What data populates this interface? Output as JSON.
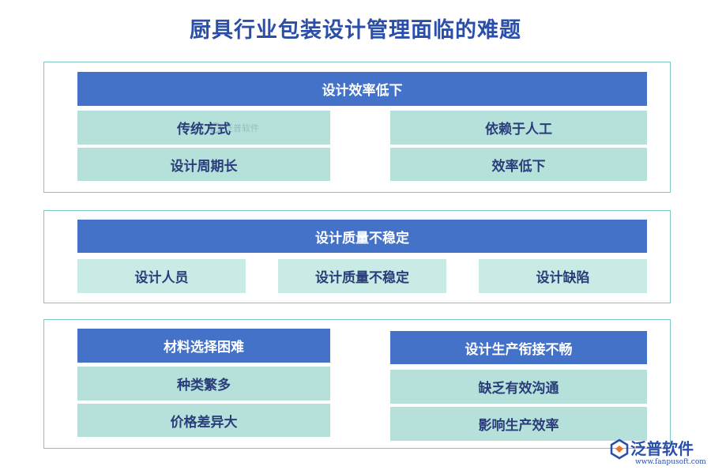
{
  "title": "厨具行业包装设计管理面临的难题",
  "section1": {
    "header": "设计效率低下",
    "left": [
      "传统方式",
      "设计周期长"
    ],
    "right": [
      "依赖于人工",
      "效率低下"
    ]
  },
  "section2": {
    "header": "设计质量不稳定",
    "items": [
      "设计人员",
      "设计质量不稳定",
      "设计缺陷"
    ]
  },
  "section3": {
    "left": {
      "header": "材料选择困难",
      "items": [
        "种类繁多",
        "价格差异大"
      ]
    },
    "right": {
      "header": "设计生产衔接不畅",
      "items": [
        "缺乏有效沟通",
        "影响生产效率"
      ]
    }
  },
  "watermark": {
    "brand": "泛普软件",
    "url": "www.fanpusoft.com"
  },
  "colors": {
    "header": "#4472c9",
    "cell": "#b5e1da",
    "border": "#7fc6c0",
    "title": "#2b4fa8"
  }
}
